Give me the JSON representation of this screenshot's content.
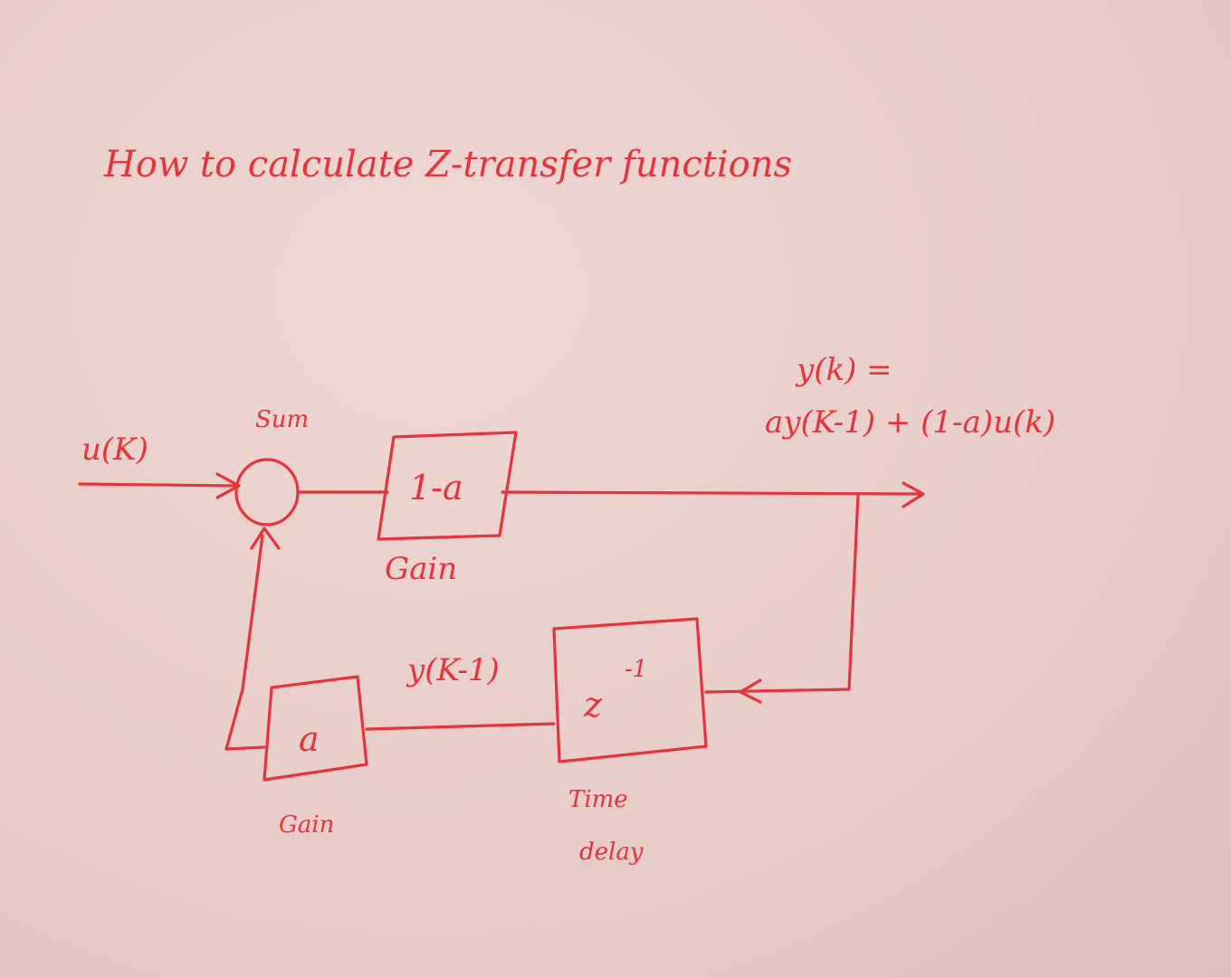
{
  "title": "How to calculate Z-transfer functions",
  "input_label": "u(K)",
  "sum_label": "Sum",
  "forward_gain": {
    "value": "1-a",
    "caption": "Gain"
  },
  "output_equation": {
    "line1": "y(k) =",
    "line2": "ay(K-1) + (1-a)u(k)"
  },
  "feedback_signal": "y(K-1)",
  "delay_block": {
    "value": "z",
    "exponent": "-1",
    "caption_line1": "Time",
    "caption_line2": "delay"
  },
  "feedback_gain": {
    "value": "a",
    "caption": "Gain"
  },
  "colors": {
    "ink": "#e6333c",
    "paper": "#ecd3ce"
  }
}
